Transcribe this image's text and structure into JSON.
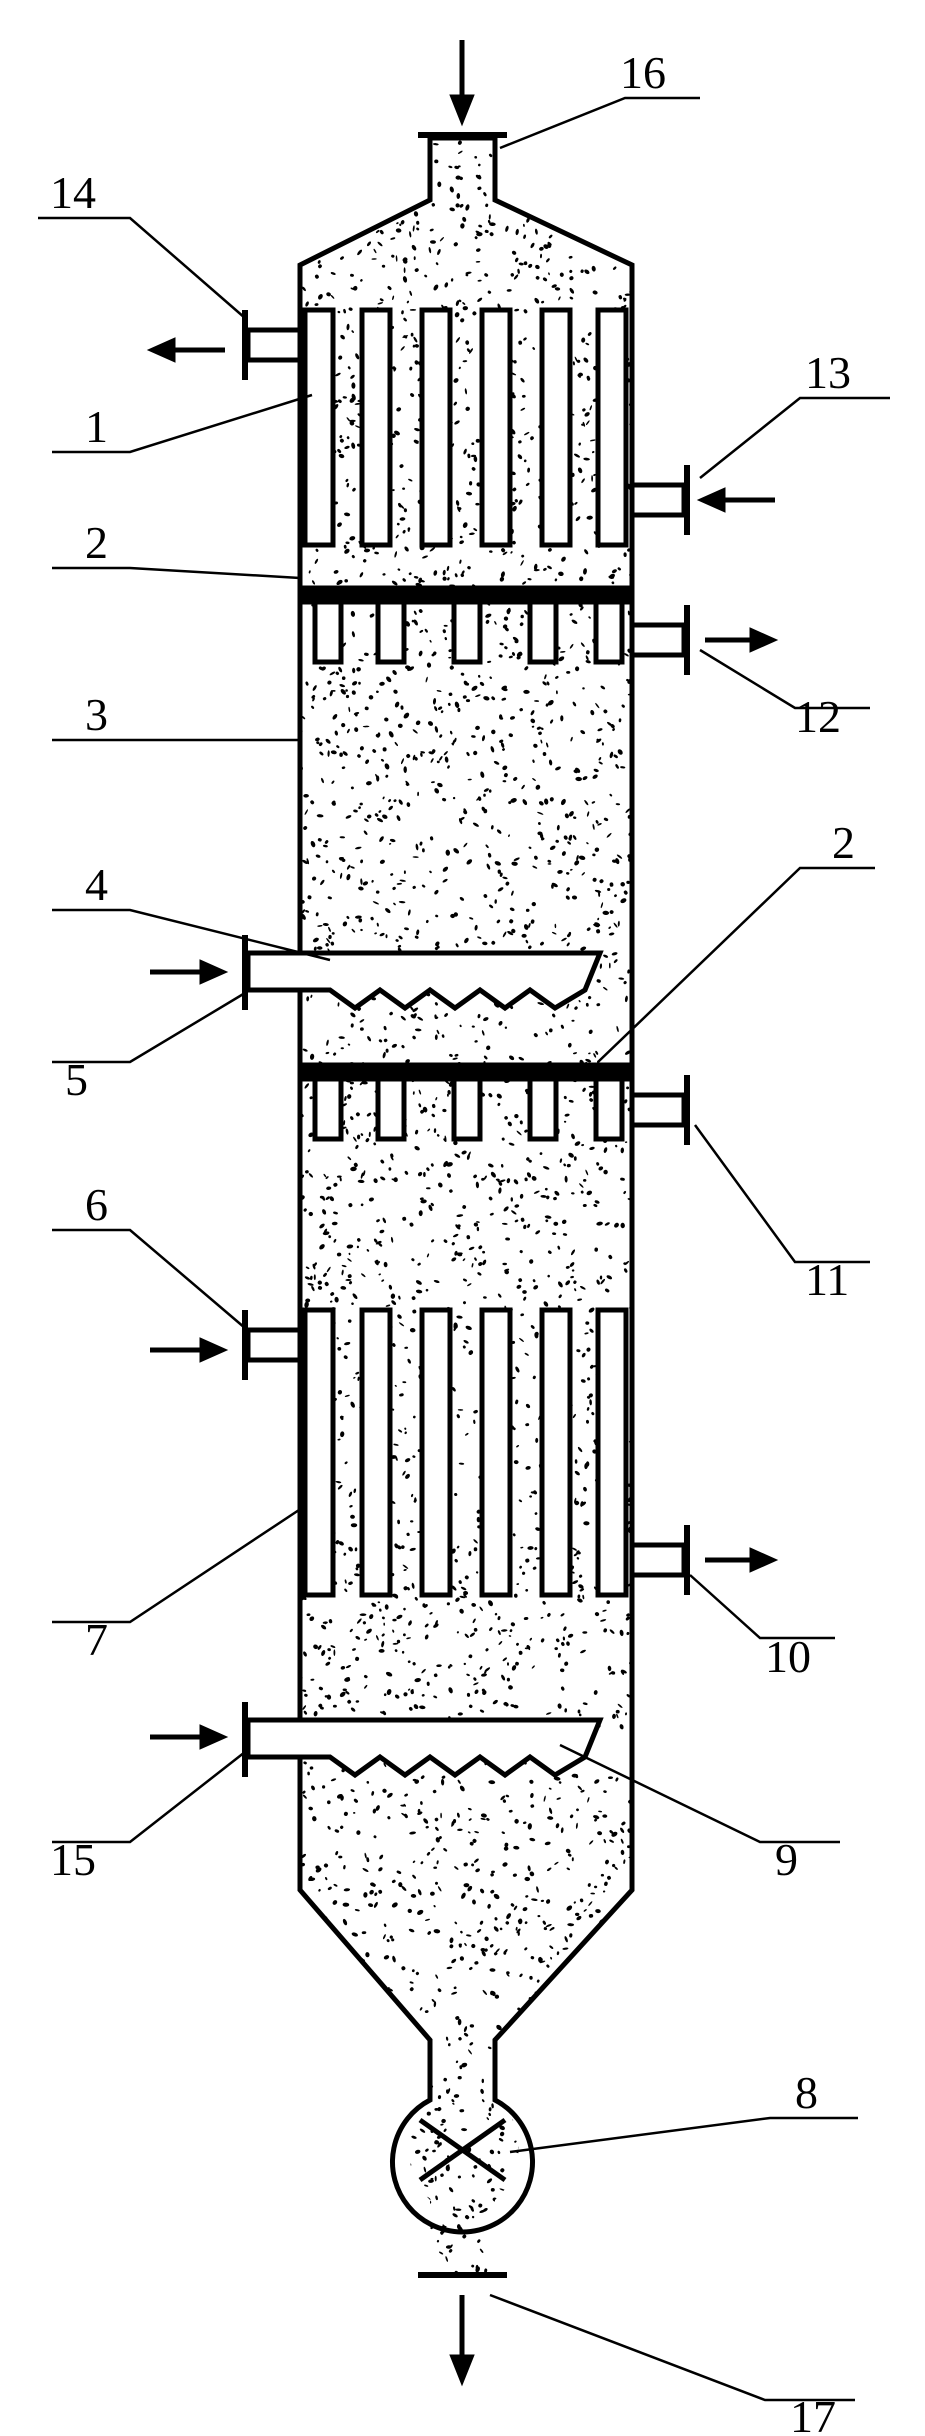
{
  "diagram": {
    "labels": {
      "l1": "1",
      "l2a": "2",
      "l2b": "2",
      "l3": "3",
      "l4": "4",
      "l5": "5",
      "l6": "6",
      "l7": "7",
      "l8": "8",
      "l9": "9",
      "l10": "10",
      "l11": "11",
      "l12": "12",
      "l13": "13",
      "l14": "14",
      "l15": "15",
      "l16": "16",
      "l17": "17"
    },
    "colors": {
      "line": "#000000",
      "fill": "#ffffff",
      "particles": "#000000"
    }
  }
}
